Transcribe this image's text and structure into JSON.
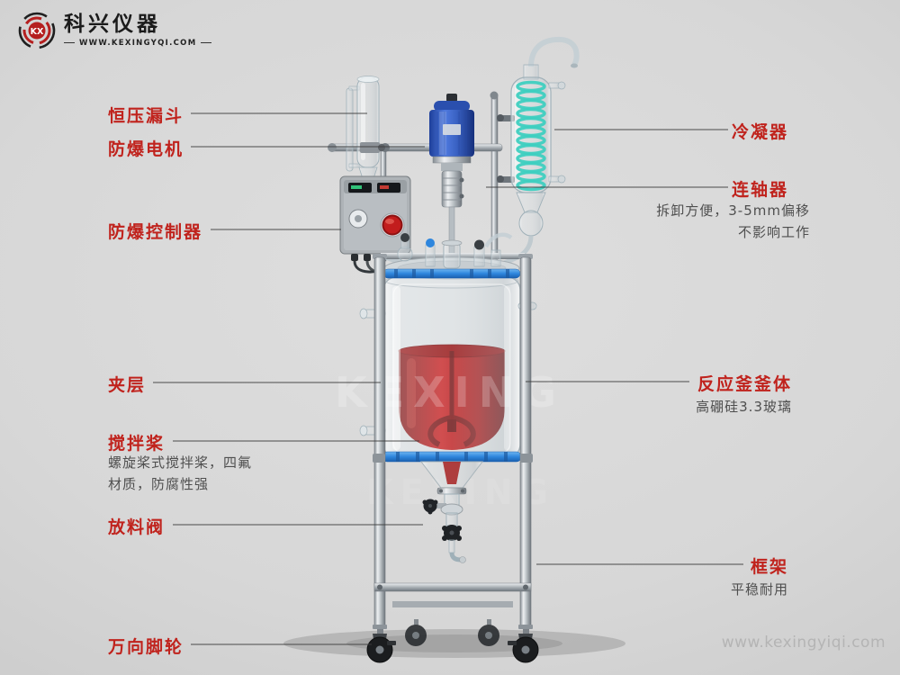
{
  "brand": {
    "emblem_text": "KX",
    "name": "科兴仪器",
    "website": "WWW.KEXINGYQI.COM"
  },
  "annotations": {
    "left": [
      {
        "label": "恒压漏斗"
      },
      {
        "label": "防爆电机"
      },
      {
        "label": "防爆控制器"
      },
      {
        "label": "夹层"
      },
      {
        "label": "搅拌桨",
        "desc1": "螺旋桨式搅拌桨，四氟",
        "desc2": "材质，防腐性强"
      },
      {
        "label": "放料阀"
      },
      {
        "label": "万向脚轮"
      }
    ],
    "right": [
      {
        "label": "冷凝器"
      },
      {
        "label": "连轴器",
        "desc1": "拆卸方便，3-5mm偏移",
        "desc2": "不影响工作"
      },
      {
        "label": "反应釜釜体",
        "desc1": "高硼硅3.3玻璃"
      },
      {
        "label": "框架",
        "desc1": "平稳耐用"
      }
    ]
  },
  "equipment_watermark": "KEXING",
  "footer_watermark": "www.kexingyiqi.com",
  "colors": {
    "label_red": "#c0231d",
    "description_gray": "#4f4f4f",
    "background_gray": "#d8d8d8",
    "liquid_red": "#bb1717",
    "motor_blue": "#3a62c4",
    "condenser_coil_teal": "#3ecfc0",
    "flange_blue": "#2e86dd"
  }
}
